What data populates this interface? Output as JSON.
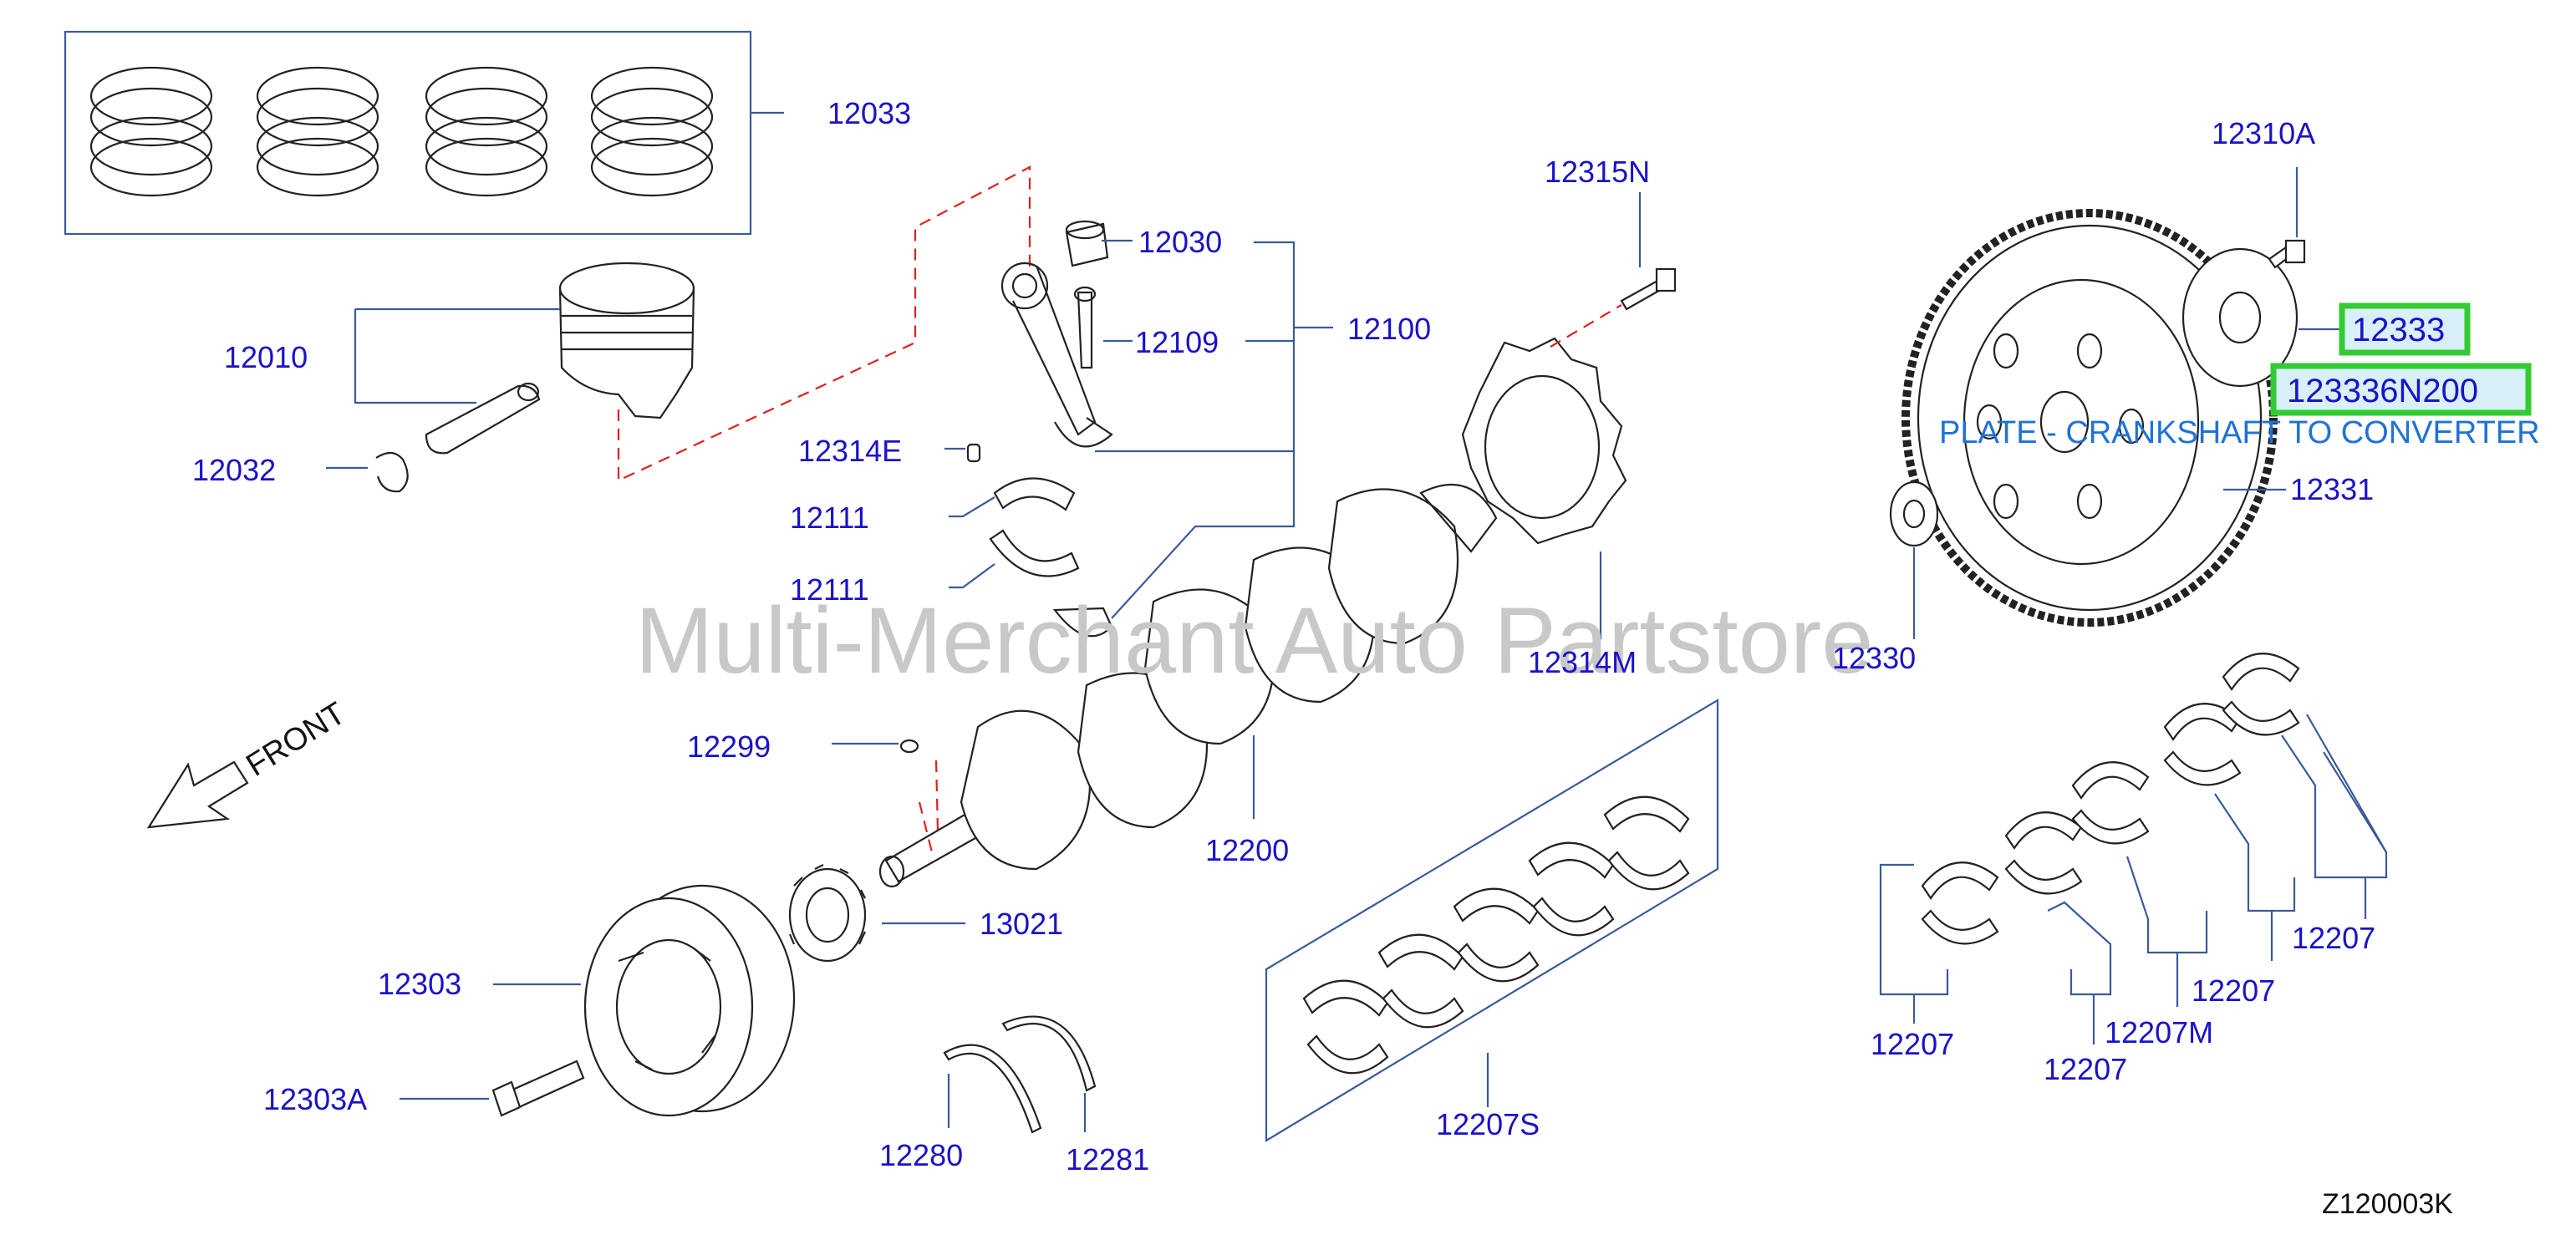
{
  "watermark": "Multi-Merchant Auto Partstore",
  "diagram_ref": "Z120003K",
  "front_label": "FRONT",
  "highlight": {
    "selected_part": "12333",
    "part_number": "123336N200",
    "description": "PLATE - CRANKSHAFT TO CONVERTER"
  },
  "callouts": {
    "c12033": "12033",
    "c12010": "12010",
    "c12032": "12032",
    "c12030": "12030",
    "c12109": "12109",
    "c12100": "12100",
    "c12314E": "12314E",
    "c12111a": "12111",
    "c12111b": "12111",
    "c12315N": "12315N",
    "c12314M": "12314M",
    "c12310A": "12310A",
    "c12331": "12331",
    "c12330": "12330",
    "c12299": "12299",
    "c12200": "12200",
    "c13021": "13021",
    "c12303": "12303",
    "c12303A": "12303A",
    "c12280": "12280",
    "c12281": "12281",
    "c12207S": "12207S",
    "c12207a": "12207",
    "c12207b": "12207",
    "c12207c": "12207",
    "c12207d": "12207",
    "c12207M": "12207M"
  },
  "colors": {
    "callout_text": "#1a12c8",
    "leader_line": "#3a5a9a",
    "highlight_border": "#33cc33",
    "description_text": "#1e72d8",
    "watermark": "#c8c8c8"
  }
}
